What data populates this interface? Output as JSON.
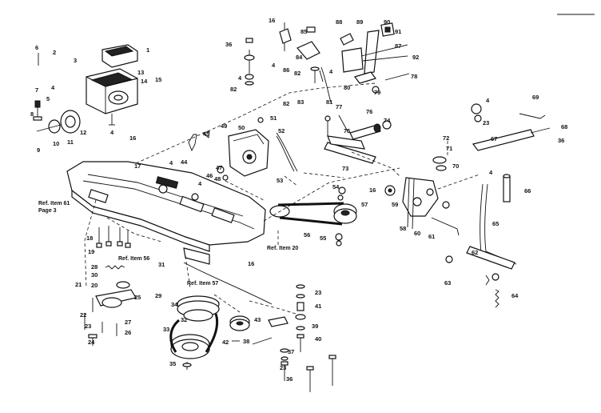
{
  "labels": [
    "1",
    "2",
    "3",
    "4",
    "5",
    "6",
    "7",
    "8",
    "9",
    "10",
    "11",
    "12",
    "13",
    "14",
    "15",
    "16",
    "17",
    "18",
    "19",
    "20",
    "21",
    "22",
    "23",
    "24",
    "25",
    "26",
    "27",
    "28",
    "29",
    "30",
    "31",
    "32",
    "33",
    "34",
    "35",
    "36",
    "37",
    "38",
    "39",
    "40",
    "41",
    "42",
    "43",
    "44",
    "45",
    "46",
    "47",
    "48",
    "49",
    "50",
    "51",
    "52",
    "53",
    "54",
    "55",
    "56",
    "57",
    "58",
    "59",
    "60",
    "61",
    "62",
    "63",
    "64",
    "65",
    "66",
    "67",
    "68",
    "69",
    "70",
    "71",
    "72",
    "73",
    "74",
    "75",
    "76",
    "77",
    "78",
    "79",
    "80",
    "81",
    "82",
    "83",
    "84",
    "85",
    "86",
    "87",
    "88",
    "89",
    "90",
    "91",
    "92"
  ],
  "references": {
    "ref61": "Ref. Item 61",
    "page3": "Page 3",
    "ref56": "Ref. Item 56",
    "ref57": "Ref. Item 57",
    "ref20": "Ref. Item 20"
  }
}
